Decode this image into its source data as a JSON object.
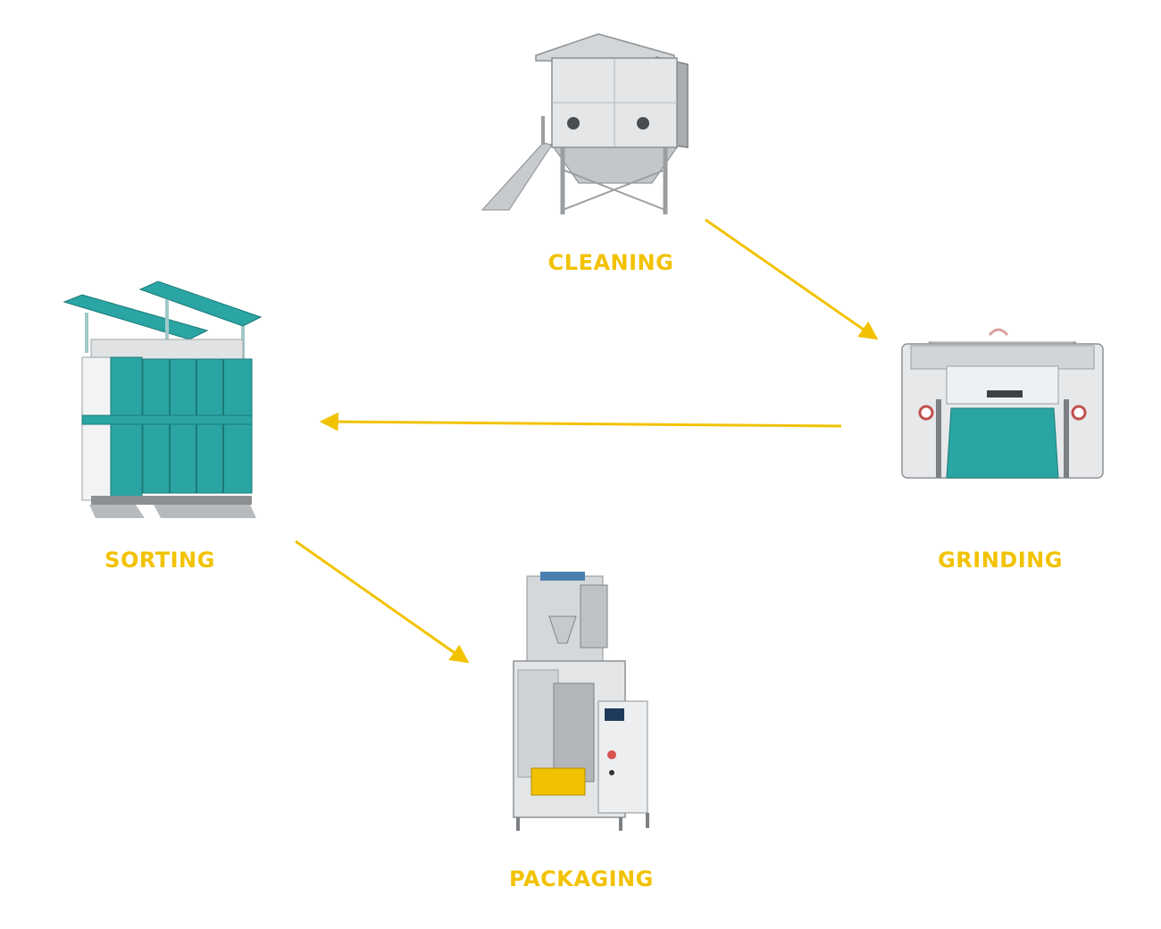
{
  "colors": {
    "accent": "#f2c200",
    "teal": "#2aa5a3",
    "steel": "#c9ccce",
    "white": "#ffffff"
  },
  "steps": {
    "cleaning": {
      "label": "CLEANING",
      "icon": "cleaning-machine-icon"
    },
    "grinding": {
      "label": "GRINDING",
      "icon": "roller-mill-icon"
    },
    "sorting": {
      "label": "SORTING",
      "icon": "plansifter-icon"
    },
    "packaging": {
      "label": "PACKAGING",
      "icon": "packaging-machine-icon"
    }
  },
  "flow": [
    {
      "from": "cleaning",
      "to": "grinding"
    },
    {
      "from": "grinding",
      "to": "sorting"
    },
    {
      "from": "sorting",
      "to": "packaging"
    }
  ]
}
